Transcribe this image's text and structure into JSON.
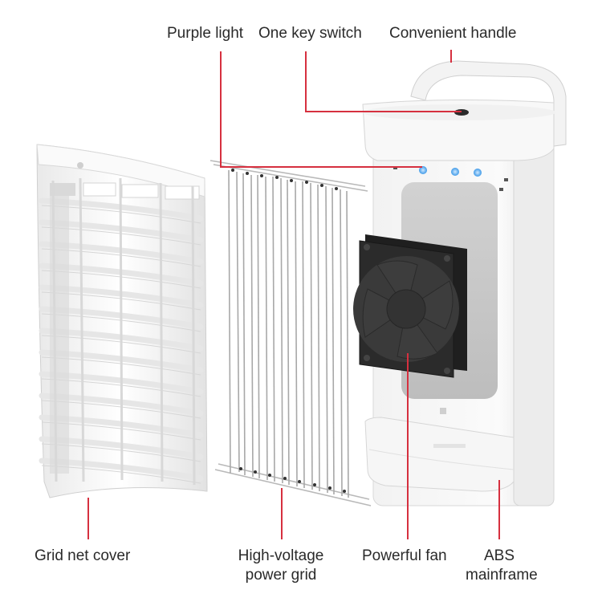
{
  "diagram": {
    "type": "product-exploded-view",
    "subject": "Electric mosquito killer / air cooler unit",
    "accent_color": "#d6303f",
    "callouts_top": [
      {
        "id": "purple-light",
        "label": "Purple light"
      },
      {
        "id": "one-key-switch",
        "label": "One key switch"
      },
      {
        "id": "convenient-handle",
        "label": "Convenient handle"
      }
    ],
    "callouts_bottom": [
      {
        "id": "grid-net-cover",
        "label": "Grid net cover"
      },
      {
        "id": "high-voltage-power-grid",
        "label_line1": "High-voltage",
        "label_line2": "power grid"
      },
      {
        "id": "powerful-fan",
        "label": "Powerful fan"
      },
      {
        "id": "abs-mainframe",
        "label_line1": "ABS",
        "label_line2": "mainframe"
      }
    ],
    "colors": {
      "plastic": "#f4f4f4",
      "plastic_shadow": "#d9d9d9",
      "panel_grey": "#c9c9c9",
      "fan_black": "#2b2b2b",
      "led_blue": "#4aa8f0",
      "wire": "#b5b5b5"
    }
  }
}
